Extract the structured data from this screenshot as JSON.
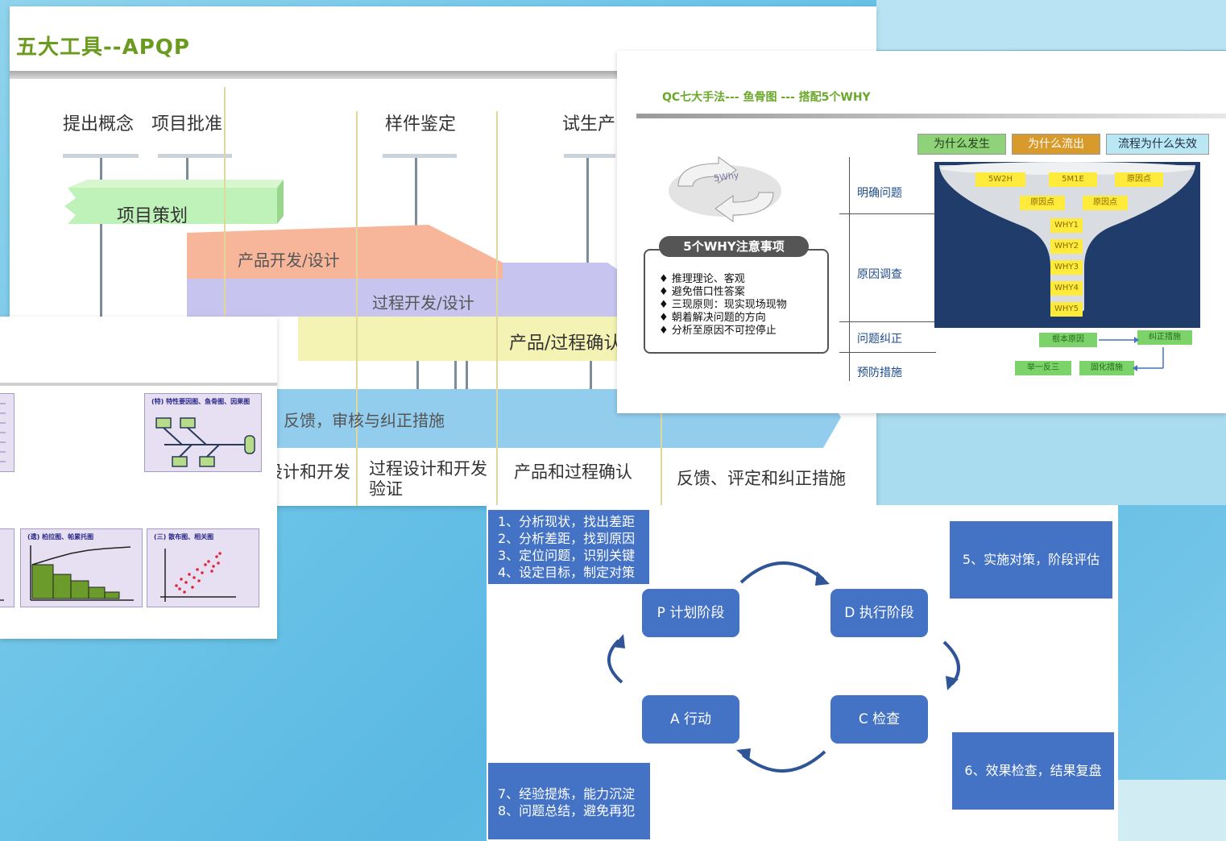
{
  "apqp": {
    "title": "五大工具--APQP",
    "stages": [
      "提出概念",
      "项目批准",
      "样件鉴定",
      "试生产"
    ],
    "bands": {
      "plan": "项目策划",
      "product": "产品开发/设计",
      "process": "过程开发/设计",
      "validate": "产品/过程确认",
      "feedback": "反馈，审核与纠正措施"
    },
    "bottom_labels": [
      "设计和开发",
      "过程设计和开发\n验证",
      "产品和过程确认",
      "反馈、评定和纠正措施"
    ]
  },
  "fishbone": {
    "title": "QC七大手法--- 鱼骨图 --- 搭配5个WHY",
    "header_tags": [
      "为什么发生",
      "为什么流出",
      "流程为什么失效"
    ],
    "side_labels": [
      "明确问题",
      "原因调查",
      "问题纠正",
      "预防措施"
    ],
    "graphic_label": "5Why",
    "notes_title": "5个WHY注意事项",
    "notes": [
      "♦ 推理理论、客观",
      "♦ 避免借口性答案",
      "♦ 三现原则：现实现场现物",
      "♦ 朝着解决问题的方向",
      "♦ 分析至原因不可控停止"
    ],
    "funnel_top": [
      "5W2H",
      "5M1E",
      "原因点"
    ],
    "funnel_mid": [
      "原因点",
      "原因点"
    ],
    "whys": [
      "WHY1",
      "WHY2",
      "WHY3",
      "WHY4",
      "WHY5"
    ],
    "correct": [
      "根本原因",
      "纠正措施"
    ],
    "prevent": [
      "举一反三",
      "固化措施"
    ]
  },
  "pdca": {
    "nodes": {
      "p": "P 计划阶段",
      "d": "D 执行阶段",
      "a": "A 行动",
      "c": "C 检查"
    },
    "note_plan": "1、分析现状，找出差距\n2、分析差距，找到原因\n3、定位问题，识别关键\n4、设定目标，制定对策",
    "note_do": "5、实施对策，阶段评估",
    "note_check": "6、效果检查，结果复盘",
    "note_act": "7、经验提炼，能力沉淀\n8、问题总结，避免再犯",
    "color": "#4472c4"
  },
  "tools": {
    "fishbone_caption": "(特) 特性要因图、鱼骨图、因果图",
    "pareto_caption": "(遗) 柏拉图、帕累托图",
    "scatter_caption": "(三) 散布图、相关图"
  }
}
